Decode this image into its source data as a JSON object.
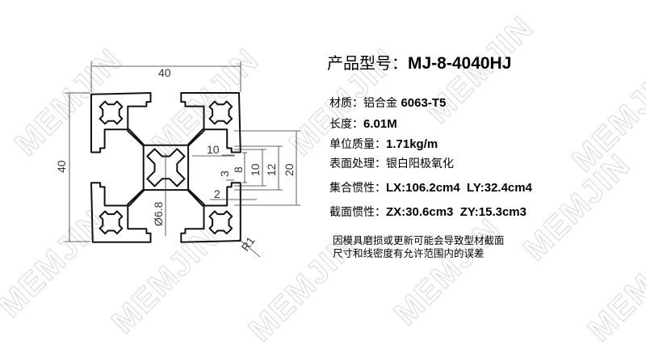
{
  "watermark": "MEMJIN",
  "title": {
    "label": "产品型号：",
    "value": "MJ-8-4040HJ"
  },
  "specs": [
    {
      "label": "材质：",
      "value": "铝合金 ",
      "value_bold": "6063-T5"
    },
    {
      "label": "长度：",
      "value": "",
      "value_bold": "6.01M"
    },
    {
      "label": "单位质量：",
      "value": "",
      "value_bold": "1.71kg/m"
    },
    {
      "label": "表面处理：",
      "value": "银白阳极氧化",
      "value_bold": ""
    },
    {
      "label": "集合惯性：",
      "value": "",
      "value_bold": "LX:106.2cm4  LY:32.4cm4"
    },
    {
      "label": "截面惯性：",
      "value": "",
      "value_bold": "ZX:30.6cm3  ZY:15.3cm3"
    }
  ],
  "notes": [
    "因模具磨损或更新可能会导致型材截面",
    "尺寸和线密度有允许范围内的误差"
  ],
  "dimensions": {
    "width": "40",
    "height": "40",
    "slot_depth": "10",
    "lip": "3",
    "slot_opening": "8",
    "slot_inner": "10",
    "slot_width": "12",
    "half": "20",
    "wall": "2",
    "center_hole": "Ø6.8",
    "radius": "R1"
  }
}
